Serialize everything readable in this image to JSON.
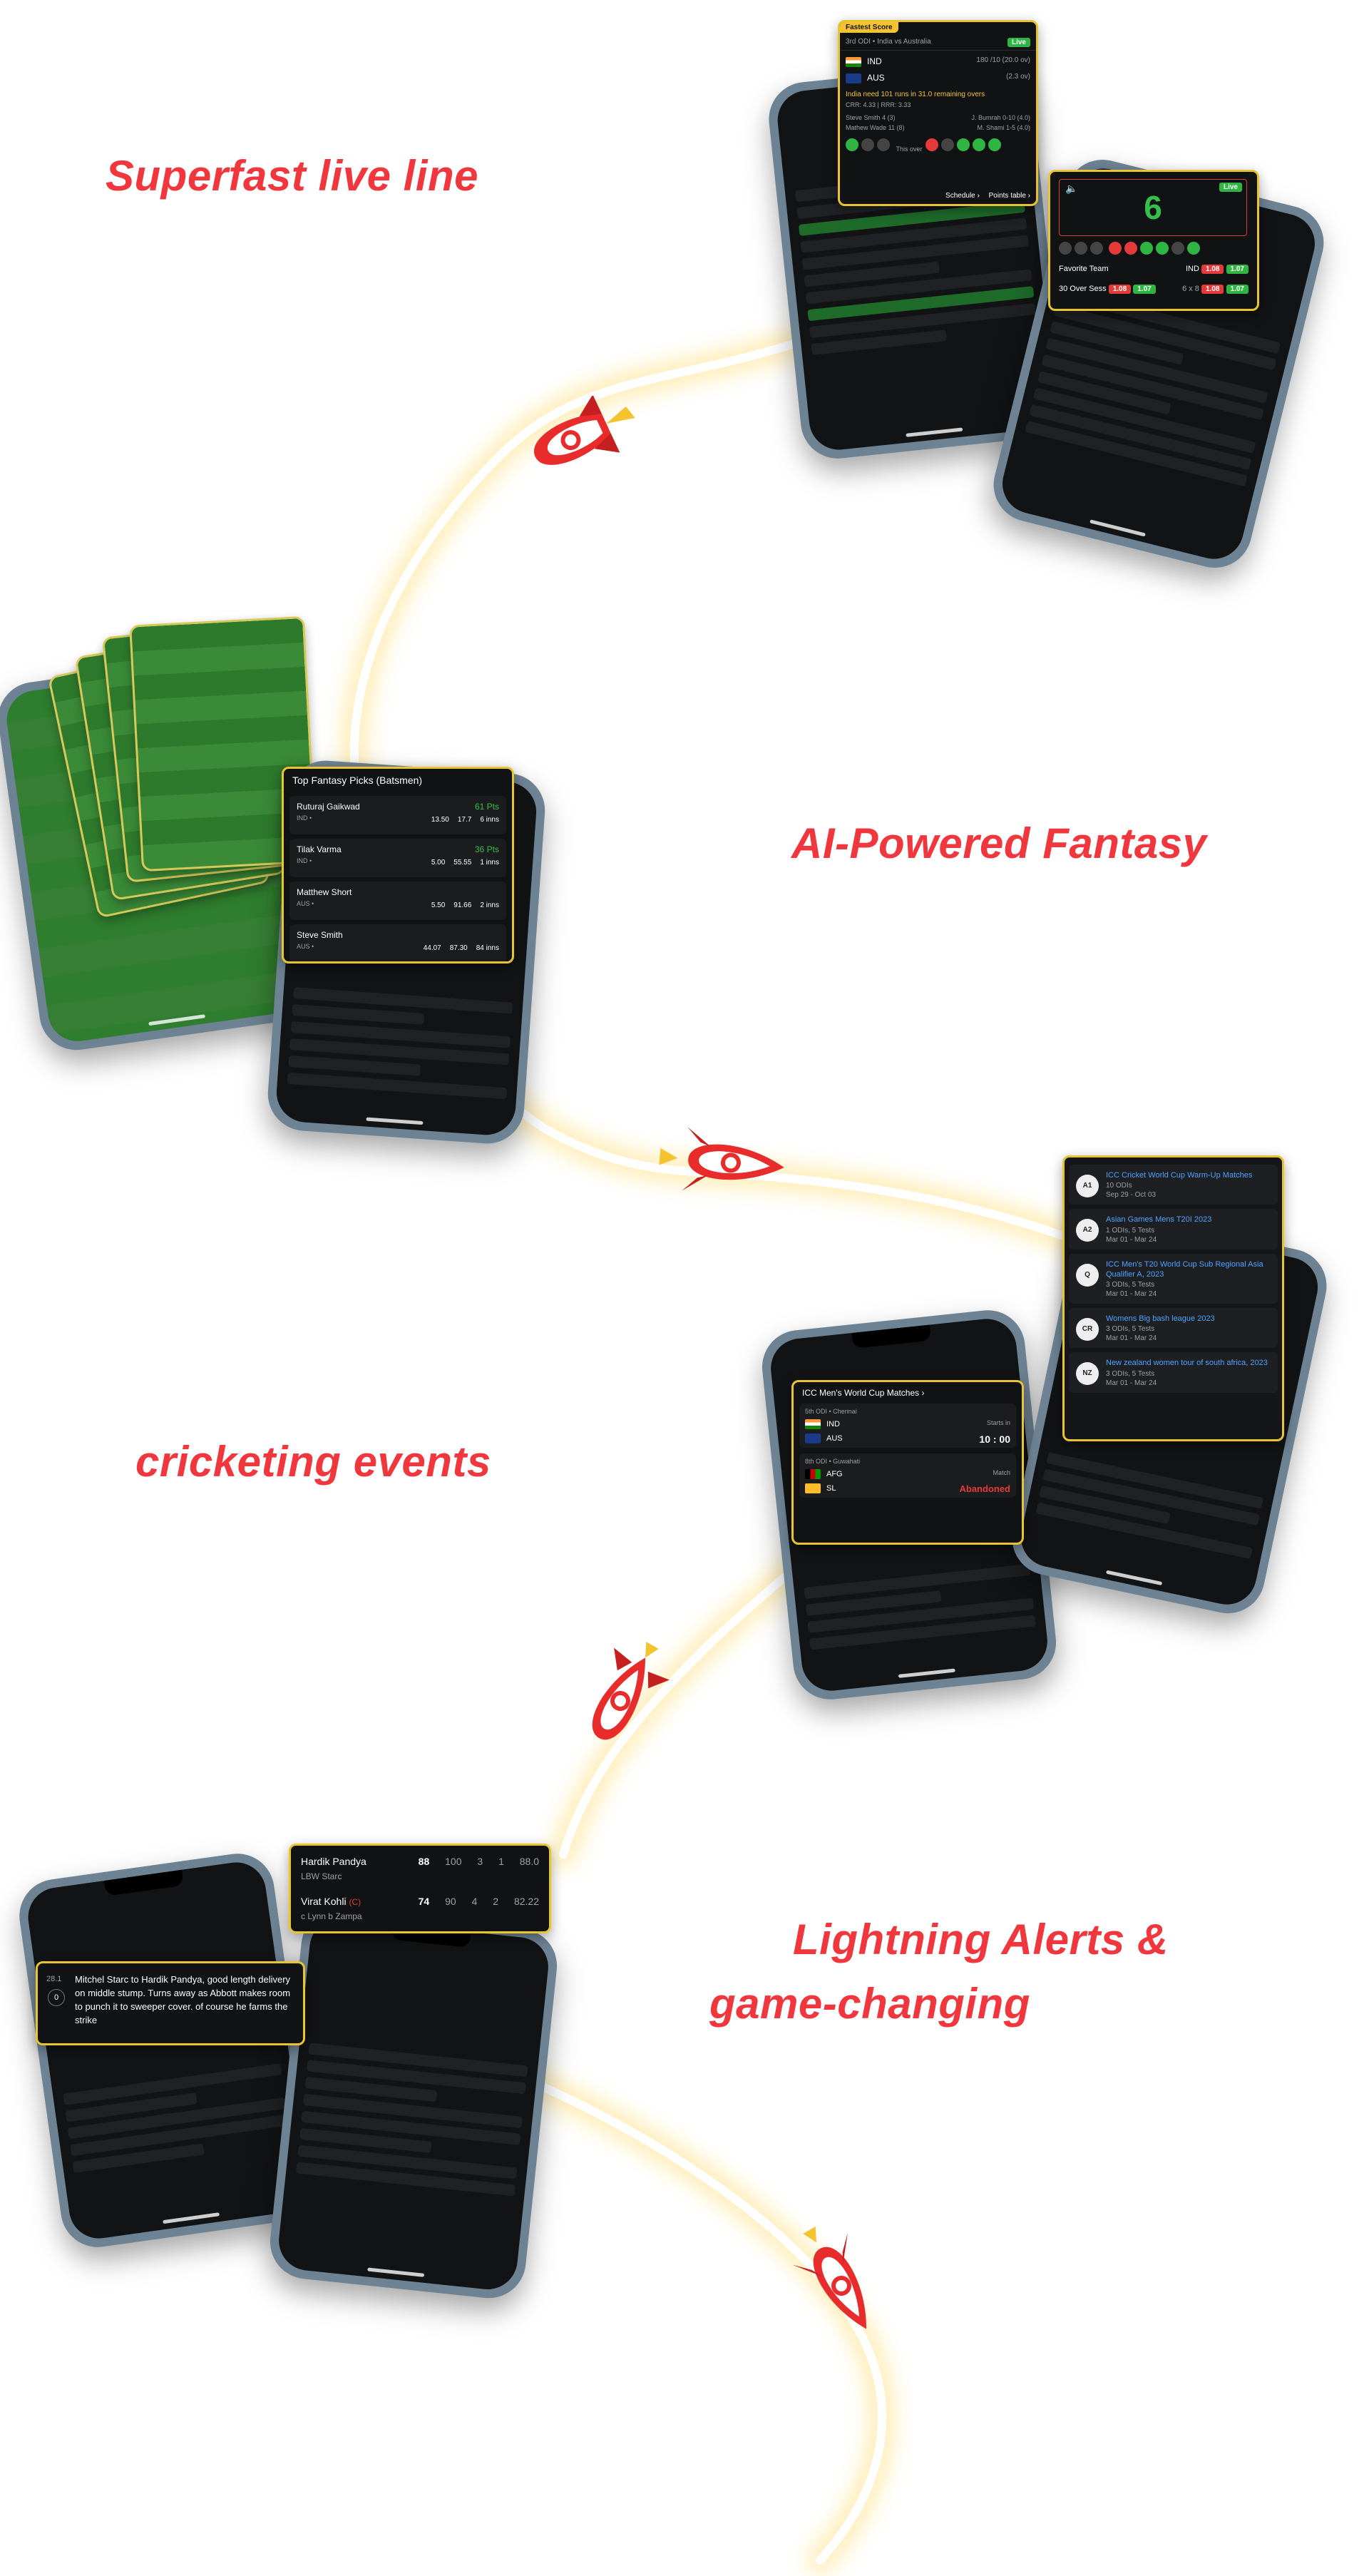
{
  "headlines": {
    "h1": "Superfast live line",
    "h2": "AI-Powered Fantasy",
    "h3": "cricketing events",
    "h4a": "Lightning Alerts &",
    "h4b": "game-changing"
  },
  "colors": {
    "accent": "#f0373d",
    "panel_border": "#e8c42e",
    "panel_bg": "#111214",
    "live_green": "#2fb541",
    "glow": "#fff3b0"
  },
  "fastest_score": {
    "tag": "Fastest Score",
    "match": "3rd ODI • India vs Australia",
    "live": "Live",
    "team1": "IND",
    "team1_score": "180 /10 (20.0 ov)",
    "team2": "AUS",
    "team2_score": "(2.3 ov)",
    "required": "India need 101 runs in 31.0 remaining overs",
    "rates": "CRR: 4.33 | RRR: 3.33",
    "bat1": "Steve Smith",
    "bat1_runs": "4 (3)",
    "bat2": "Mathew Wade",
    "bat2_runs": "11 (8)",
    "bowl1": "J. Bumrah",
    "bowl1_fig": "0-10 (4.0)",
    "bowl2": "M. Shami",
    "bowl2_fig": "1-5 (4.0)",
    "this_over": "This over",
    "schedule": "Schedule",
    "points": "Points table"
  },
  "big_score": {
    "value": "6",
    "live": "Live",
    "fav_label": "Favorite Team",
    "fav_team": "IND",
    "fav_a": "1.08",
    "fav_b": "1.07",
    "session": "30 Over Sess",
    "sess_a": "1.08",
    "sess_b": "1.07",
    "sess_note": "6 x 8"
  },
  "fantasy": {
    "title": "Top Fantasy Picks (Batsmen)",
    "players": [
      {
        "name": "Ruturaj Gaikwad",
        "team": "IND •",
        "pts": "61 Pts",
        "sr": "13.50",
        "avg": "17.7",
        "inn": "6 inns"
      },
      {
        "name": "Tilak Varma",
        "team": "IND •",
        "pts": "36 Pts",
        "sr": "5.00",
        "avg": "55.55",
        "inn": "1 inns"
      },
      {
        "name": "Matthew Short",
        "team": "AUS •",
        "pts": "",
        "sr": "5.50",
        "avg": "91.66",
        "inn": "2 inns"
      },
      {
        "name": "Steve Smith",
        "team": "AUS •",
        "pts": "",
        "sr": "44.07",
        "avg": "87.30",
        "inn": "84 inns"
      }
    ]
  },
  "world_cup": {
    "title": "ICC Men's World Cup Matches",
    "m1_meta": "5th ODI • Chennai",
    "m1_t1": "IND",
    "m1_t2": "AUS",
    "m1_starts": "Starts in",
    "m1_time": "10 : 00",
    "m2_meta": "8th ODI • Guwahati",
    "m2_t1": "AFG",
    "m2_t2": "SL",
    "m2_status_label": "Match",
    "m2_status": "Abandoned"
  },
  "series": [
    {
      "name": "ICC Cricket World Cup Warm-Up Matches",
      "sub": "10 ODIs",
      "date": "Sep 29 - Oct 03",
      "icon": "A1"
    },
    {
      "name": "Asian Games Mens T20I 2023",
      "sub": "1 ODIs, 5 Tests",
      "date": "Mar 01 - Mar 24",
      "icon": "A2"
    },
    {
      "name": "ICC Men's T20 World Cup Sub Regional Asia Qualifier A, 2023",
      "sub": "3 ODIs, 5 Tests",
      "date": "Mar 01 - Mar 24",
      "icon": "Q"
    },
    {
      "name": "Womens Big bash league 2023",
      "sub": "3 ODIs, 5 Tests",
      "date": "Mar 01 - Mar 24",
      "icon": "CR"
    },
    {
      "name": "New zealand women tour of south africa, 2023",
      "sub": "3 ODIs, 5 Tests",
      "date": "Mar 01 - Mar 24",
      "icon": "NZ"
    }
  ],
  "scorecard_popup": {
    "p1": "Hardik Pandya",
    "p1_how": "LBW Starc",
    "p1_r": "88",
    "p1_b": "100",
    "p1_4": "3",
    "p1_6": "1",
    "p1_sr": "88.0",
    "p2": "Virat Kohli",
    "p2_c": "(C)",
    "p2_how": "c Lynn b Zampa",
    "p2_r": "74",
    "p2_b": "90",
    "p2_4": "4",
    "p2_6": "2",
    "p2_sr": "82.22"
  },
  "commentary_popup": {
    "over": "28.1",
    "ball": "0",
    "text": "Mitchel Starc to Hardik Pandya, good length delivery on middle stump. Turns away as Abbott makes room to punch it to sweeper cover. of course he farms the strike"
  }
}
